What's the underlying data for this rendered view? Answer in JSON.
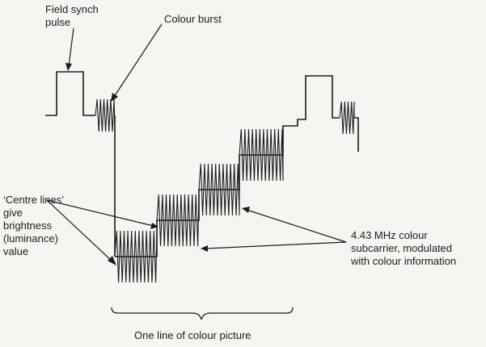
{
  "labels": {
    "field_synch": [
      "Field synch",
      "pulse"
    ],
    "colour_burst": "Colour burst",
    "centre_lines": [
      "‘Centre lines’",
      "give",
      "brightness",
      "(luminance)",
      "value"
    ],
    "subcarrier": [
      "4.43 MHz colour",
      "subcarrier, modulated",
      "with colour information"
    ],
    "line_caption": "One line of colour picture"
  },
  "colors": {
    "ink": "#1c1c1c",
    "paper": "#f7f5f1"
  }
}
